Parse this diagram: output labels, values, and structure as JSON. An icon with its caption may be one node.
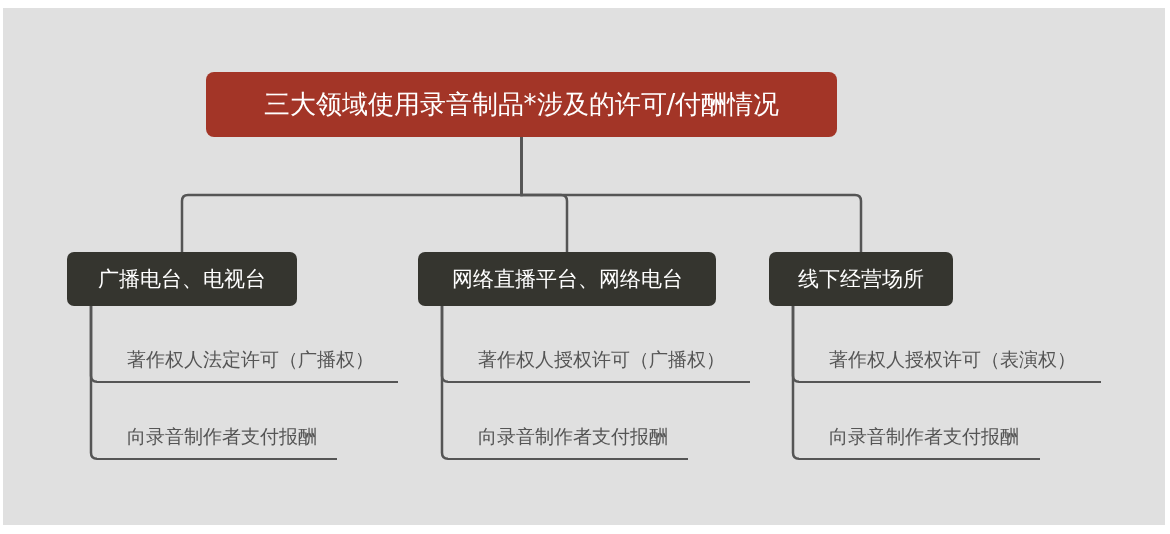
{
  "diagram": {
    "nodes": [
      {
        "text": [
          "三大领域使用录音制品*涉及的许可/付酬情况"
        ]
      },
      {
        "text": [
          "广播电台、电视台"
        ]
      },
      {
        "text": [
          "著作权人法定许可（广播权）"
        ]
      },
      {
        "text": [
          "向录音制作者支付报酬"
        ]
      },
      {
        "text": [
          "网络直播平台、网络电台"
        ]
      },
      {
        "text": [
          "著作权人授权许可（广播权）"
        ]
      },
      {
        "text": [
          "向录音制作者支付报酬"
        ]
      },
      {
        "text": [
          "线下经营场所"
        ]
      },
      {
        "text": [
          "著作权人授权许可（表演权）"
        ]
      },
      {
        "text": [
          "向录音制作者支付报酬"
        ]
      }
    ],
    "edges": [
      {
        "from": 0,
        "to": 1,
        "arrow": "none"
      },
      {
        "from": 0,
        "to": 4,
        "arrow": "none"
      },
      {
        "from": 0,
        "to": 7,
        "arrow": "none"
      },
      {
        "from": 1,
        "to": 2,
        "arrow": "none"
      },
      {
        "from": 1,
        "to": 3,
        "arrow": "none"
      },
      {
        "from": 4,
        "to": 5,
        "arrow": "none"
      },
      {
        "from": 4,
        "to": 6,
        "arrow": "none"
      },
      {
        "from": 7,
        "to": 8,
        "arrow": "none"
      },
      {
        "from": 7,
        "to": 9,
        "arrow": "none"
      }
    ]
  }
}
